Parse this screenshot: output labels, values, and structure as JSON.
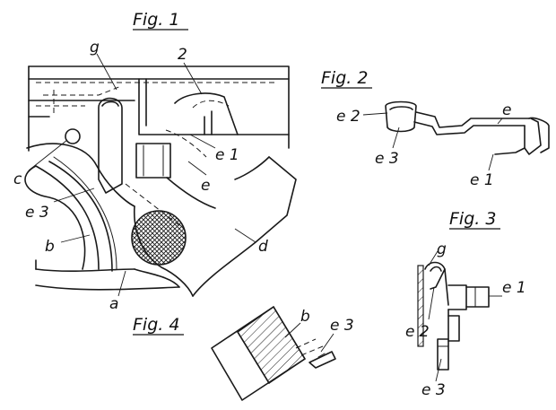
{
  "figures": {
    "fig1": {
      "title": "Fig. 1",
      "labels": {
        "g": "g",
        "n2": "2",
        "c": "c",
        "e3": "e 3",
        "e1": "e 1",
        "e": "e",
        "b": "b",
        "a": "a",
        "d": "d"
      }
    },
    "fig2": {
      "title": "Fig. 2",
      "labels": {
        "e2": "e 2",
        "e3": "e 3",
        "e": "e",
        "e1": "e 1"
      }
    },
    "fig3": {
      "title": "Fig. 3",
      "labels": {
        "g": "g",
        "e1": "e 1",
        "e2": "e 2",
        "e3": "e 3"
      }
    },
    "fig4": {
      "title": "Fig. 4",
      "labels": {
        "b": "b",
        "e3": "e 3"
      }
    }
  },
  "colors": {
    "ink": "#1a1a1a",
    "paper": "#ffffff"
  }
}
